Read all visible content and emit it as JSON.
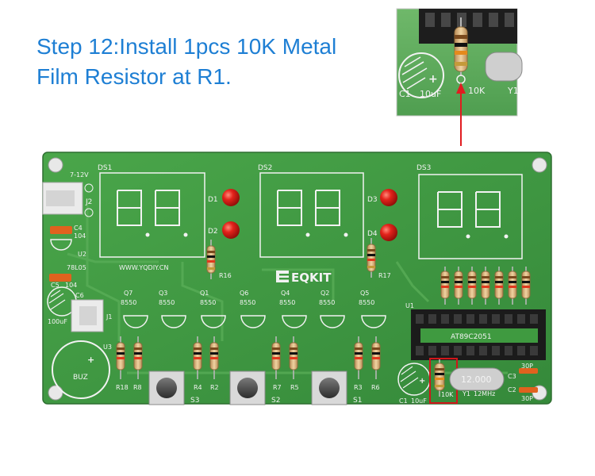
{
  "heading": {
    "line1": "Step 12:Install 1pcs 10K Metal",
    "line2": "Film Resistor at R1."
  },
  "inset": {
    "labels": {
      "c1": "C1",
      "cap": "10uF",
      "res": "10K",
      "y": "Y1"
    }
  },
  "board": {
    "brand": "EQKIT",
    "website": "WWW.YQDIY.CN",
    "chip": "AT89C2051",
    "crystal": "12.000",
    "power": "7-12V",
    "displays": [
      "DS1",
      "DS2",
      "DS3"
    ],
    "leds": [
      "D1",
      "D2",
      "D3",
      "D4"
    ],
    "transistors": [
      {
        "ref": "Q7",
        "part": "8550"
      },
      {
        "ref": "Q3",
        "part": "8550"
      },
      {
        "ref": "Q1",
        "part": "8550"
      },
      {
        "ref": "Q6",
        "part": "8550"
      },
      {
        "ref": "Q4",
        "part": "8550"
      },
      {
        "ref": "Q2",
        "part": "8550"
      },
      {
        "ref": "Q5",
        "part": "8550"
      }
    ],
    "switches": [
      "S3",
      "S2",
      "S1"
    ],
    "labels": {
      "j2": "J2",
      "c4": "C4",
      "c4v": "104",
      "u2": "U2",
      "u2v": "78L05",
      "c5": "C5",
      "c5v": "104",
      "c6": "C6",
      "c6v": "100uF",
      "j1": "J1",
      "u3": "U3",
      "buz": "BUZ",
      "u1": "U1",
      "r16": "R16",
      "r17": "R17",
      "r18": "R18",
      "r8": "R8",
      "r4": "R4",
      "r2": "R2",
      "r7": "R7",
      "r5": "R5",
      "r3": "R3",
      "r6": "R6",
      "c1": "C1",
      "c1v": "10uF",
      "r1v": "10K",
      "y1": "Y1",
      "y1v": "12MHz",
      "c3": "C3",
      "c3v": "30P",
      "c2": "C2",
      "c2v": "30P"
    }
  },
  "colors": {
    "heading": "#1e7fd4",
    "pcb": "#3f9a40",
    "highlight": "#d0161a"
  }
}
